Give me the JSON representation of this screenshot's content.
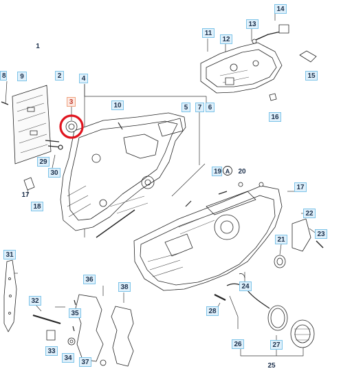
{
  "diagram": {
    "highlight_color": "#e0141e",
    "label_bg": "#dff0fb",
    "label_border": "#7cc3e8",
    "labels": {
      "l1": "1",
      "l2": "2",
      "l3": "3",
      "l4": "4",
      "l5": "5",
      "l6": "6",
      "l7": "7",
      "l8": "8",
      "l9": "9",
      "l10": "10",
      "l11": "11",
      "l12": "12",
      "l13": "13",
      "l14": "14",
      "l15": "15",
      "l16": "16",
      "l17a": "17",
      "l17b": "17",
      "l18": "18",
      "l19": "19",
      "l19a": "A",
      "l20": "20",
      "l21": "21",
      "l22": "22",
      "l23": "23",
      "l24": "24",
      "l25": "25",
      "l26": "26",
      "l27": "27",
      "l28": "28",
      "l29": "29",
      "l30": "30",
      "l31": "31",
      "l32": "32",
      "l33": "33",
      "l34": "34",
      "l35": "35",
      "l36": "36",
      "l37": "37",
      "l38": "38"
    }
  }
}
